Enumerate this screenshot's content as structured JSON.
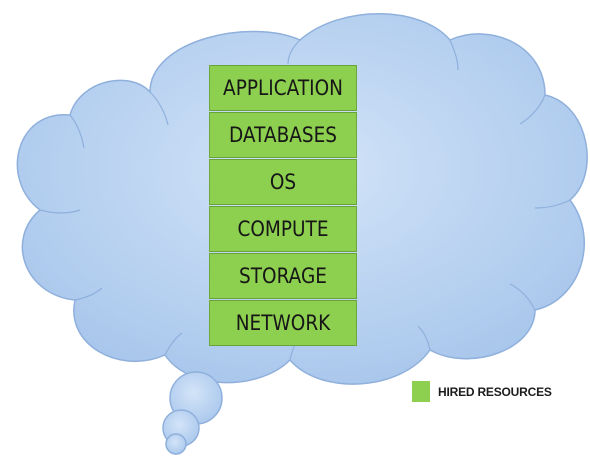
{
  "colors": {
    "cloud_fill": "#bcd5f3",
    "cloud_stroke": "#8fb0dc",
    "layer_fill": "#8dcf4f",
    "layer_border": "#6aa23a",
    "legend_swatch": "#8dcf4f"
  },
  "stack": {
    "layers": [
      {
        "label": "APPLICATION"
      },
      {
        "label": "DATABASES"
      },
      {
        "label": "OS"
      },
      {
        "label": "COMPUTE"
      },
      {
        "label": "STORAGE"
      },
      {
        "label": "NETWORK"
      }
    ]
  },
  "legend": {
    "label": "HIRED RESOURCES"
  }
}
